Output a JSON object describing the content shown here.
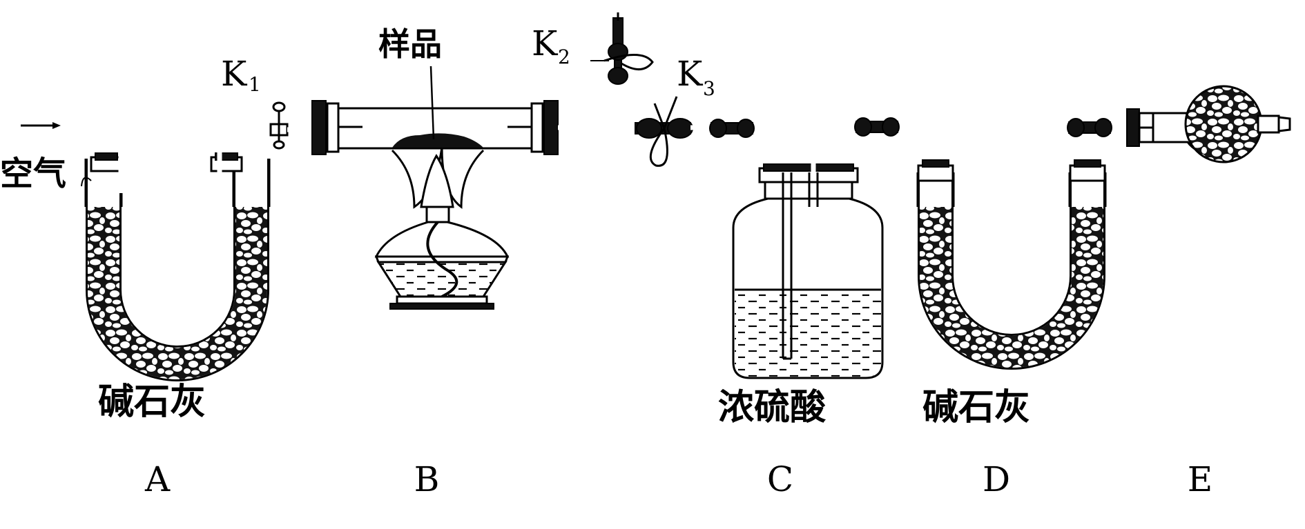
{
  "labels": {
    "air": "空气",
    "sample": "样品",
    "k1": "K",
    "k1_sub": "1",
    "k2": "K",
    "k2_sub": "2",
    "k3": "K",
    "k3_sub": "3",
    "reagent_a": "碱石灰",
    "reagent_c": "浓硫酸",
    "reagent_d": "碱石灰"
  },
  "apparatus_letters": [
    "A",
    "B",
    "C",
    "D",
    "E"
  ],
  "colors": {
    "ink": "#000000",
    "background": "#ffffff"
  }
}
